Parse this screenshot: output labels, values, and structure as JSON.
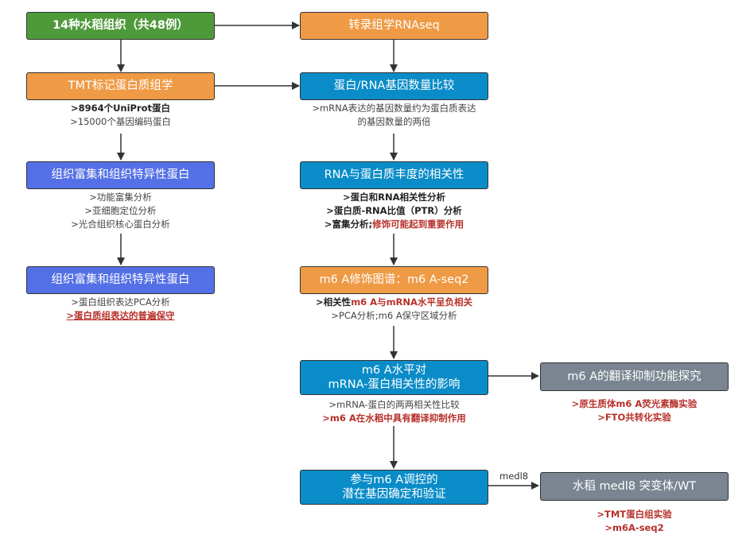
{
  "nodes": {
    "samples": "14种水稻组织（共48例）",
    "transcriptome": "转录组学RNAseq",
    "tmt": "TMT标记蛋白质组学",
    "protein_rna_compare": "蛋白/RNA基因数量比较",
    "tissue_enrich_1": "组织富集和组织特异性蛋白",
    "rna_protein_corr": "RNA与蛋白质丰度的相关性",
    "tissue_enrich_2": "组织富集和组织特异性蛋白",
    "m6a_map": "m6 A修饰图谱：m6 A-seq2",
    "m6a_effect_line1": "m6 A水平对",
    "m6a_effect_line2": "mRNA-蛋白相关性的影响",
    "m6a_translation": "m6 A的翻译抑制功能探究",
    "gene_validate_line1": "参与m6 A调控的",
    "gene_validate_line2": "潜在基因确定和验证",
    "mutant": "水稻 medl8 突变体/WT"
  },
  "edge_labels": {
    "medl8": "medl8"
  },
  "notes": {
    "tmt": [
      ">8964个UniProt蛋白",
      ">15000个基因编码蛋白"
    ],
    "protein_rna_compare": [
      ">mRNA表达的基因数量约为蛋白质表达",
      "的基因数量的两倍"
    ],
    "tissue_enrich_1": [
      ">功能富集分析",
      ">亚细胞定位分析",
      ">光合组织核心蛋白分析"
    ],
    "rna_protein_corr": {
      "line1": ">蛋白和RNA相关性分析",
      "line2": ">蛋白质-RNA比值（PTR）分析",
      "line3_a": ">富集分析;",
      "line3_b": "修饰可能起到重要作用"
    },
    "tissue_enrich_2": [
      ">蛋白组织表达PCA分析",
      ">蛋白质组表达的普遍保守"
    ],
    "m6a_map": {
      "line1_a": ">相关性",
      "line1_b": "m6 A与mRNA水平呈负相关",
      "line2": ">PCA分析;m6 A保守区域分析"
    },
    "m6a_effect": [
      ">mRNA-蛋白的两两相关性比较",
      ">m6 A在水稻中具有翻译抑制作用"
    ],
    "m6a_translation": [
      ">原生质体m6 A荧光素酶实验",
      ">FTO共转化实验"
    ],
    "mutant": [
      ">TMT蛋白组实验",
      ">m6A-seq2"
    ]
  },
  "colors": {
    "green": "#4e9a3a",
    "orange": "#ef9a45",
    "blue": "#0a8cc8",
    "purple": "#5470e6",
    "gray": "#7a8591",
    "highlight_red": "#b7302a"
  }
}
